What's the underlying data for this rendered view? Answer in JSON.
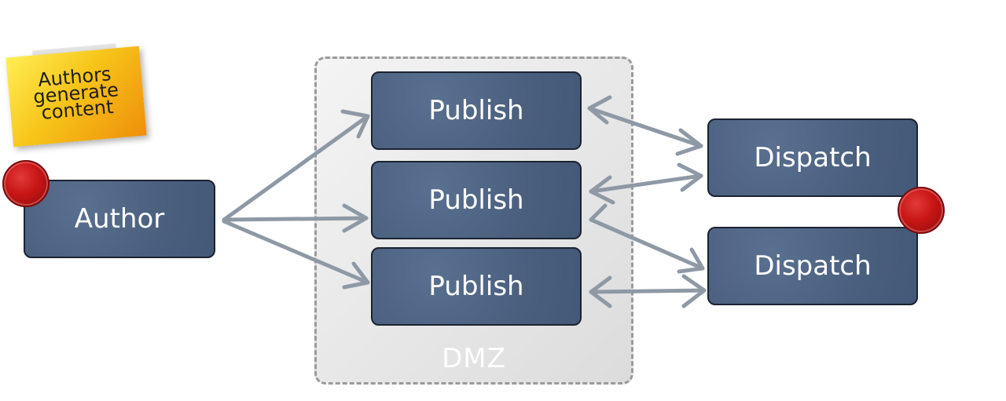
{
  "sticky_note": {
    "text": "Authors\ngenerate\ncontent"
  },
  "nodes": {
    "author": "Author",
    "publish_1": "Publish",
    "publish_2": "Publish",
    "publish_3": "Publish",
    "dispatch_1": "Dispatch",
    "dispatch_2": "Dispatch"
  },
  "dmz": {
    "label": "DMZ"
  },
  "colors": {
    "node_fill": "#4f6583",
    "arrow": "#8e99a5",
    "indicator_dot": "#c81515",
    "sticky_note": "#f7c51a"
  },
  "connections": [
    {
      "from": "author",
      "to": "publish_1",
      "direction": "one-way"
    },
    {
      "from": "author",
      "to": "publish_2",
      "direction": "one-way"
    },
    {
      "from": "author",
      "to": "publish_3",
      "direction": "one-way"
    },
    {
      "from": "publish_1",
      "to": "dispatch_1",
      "direction": "two-way"
    },
    {
      "from": "publish_2",
      "to": "dispatch_1",
      "direction": "two-way"
    },
    {
      "from": "publish_2",
      "to": "dispatch_2",
      "direction": "two-way"
    },
    {
      "from": "publish_3",
      "to": "dispatch_2",
      "direction": "two-way"
    }
  ]
}
